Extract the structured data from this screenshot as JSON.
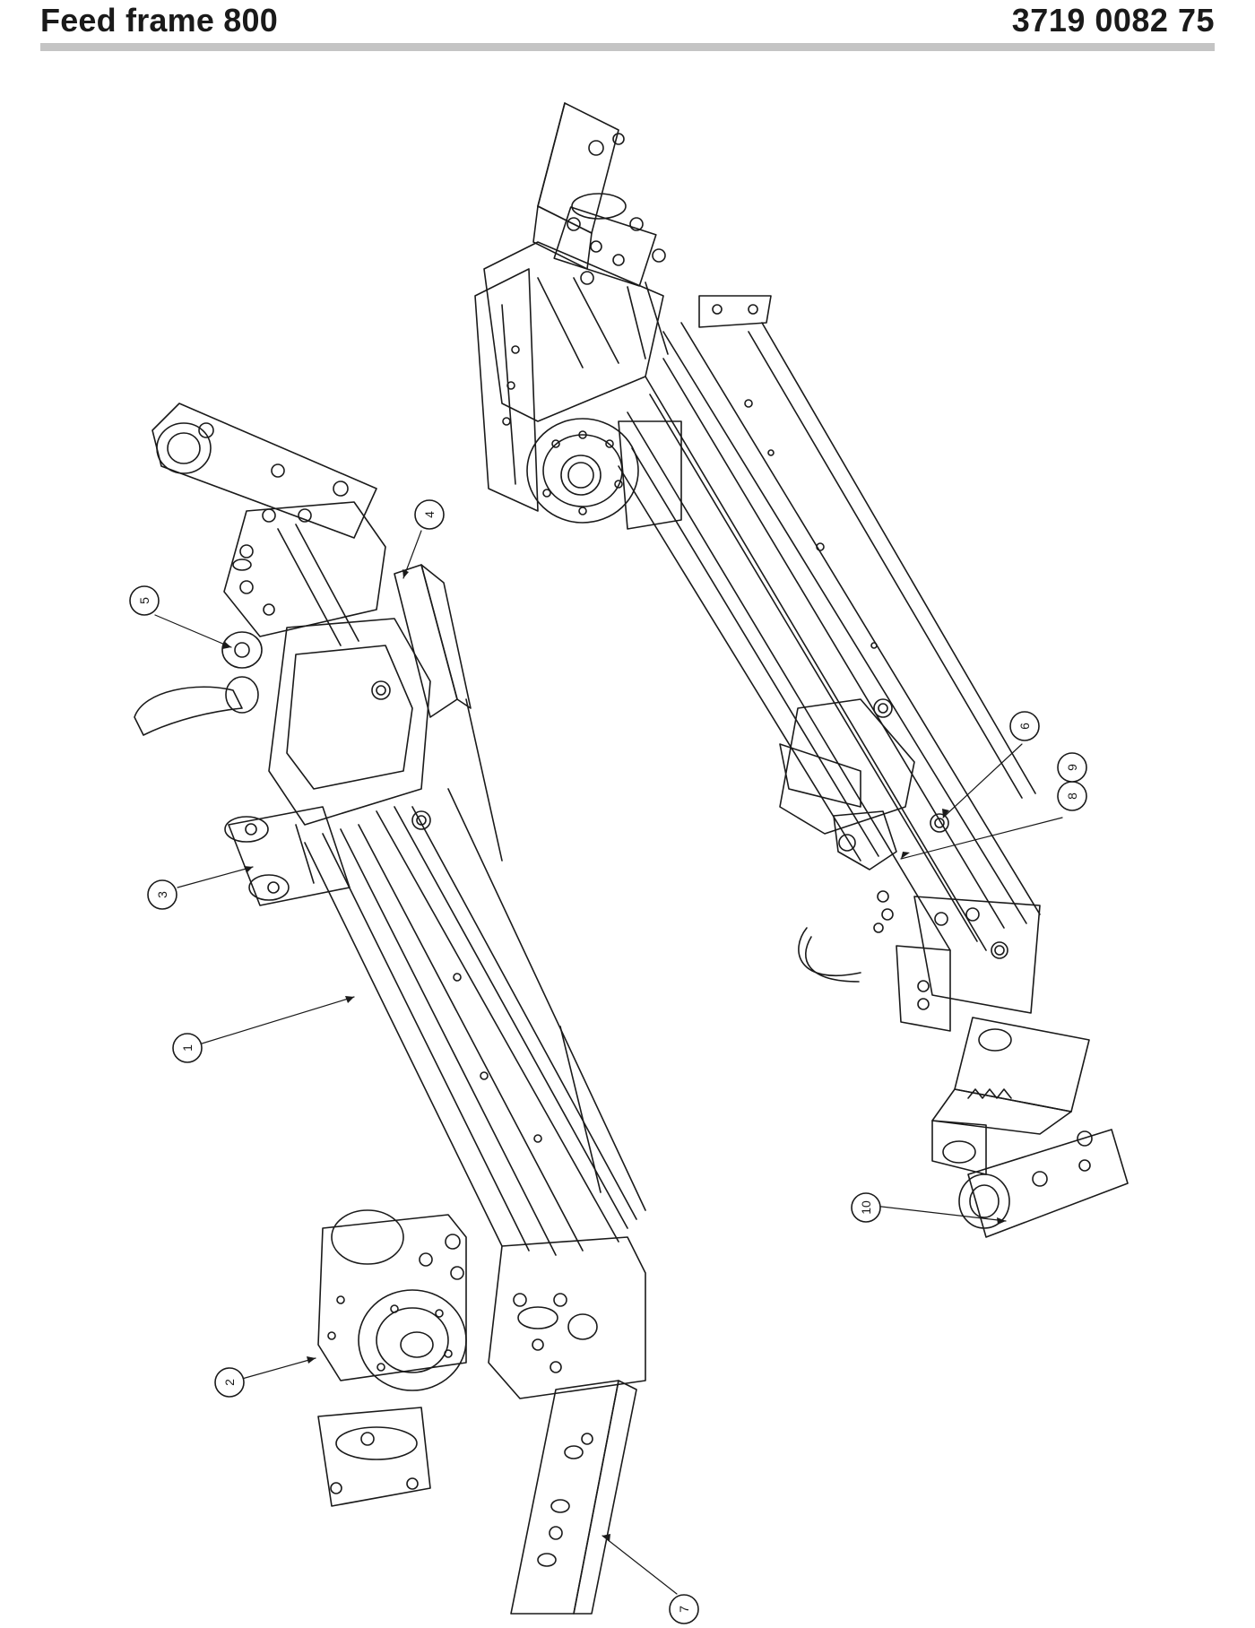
{
  "header": {
    "title": "Feed frame 800",
    "document_number": "3719 0082 75"
  },
  "callouts": [
    {
      "label": "1"
    },
    {
      "label": "2"
    },
    {
      "label": "3"
    },
    {
      "label": "4"
    },
    {
      "label": "5"
    },
    {
      "label": "6"
    },
    {
      "label": "7"
    },
    {
      "label": "8"
    },
    {
      "label": "9"
    },
    {
      "label": "10"
    }
  ],
  "colors": {
    "line": "#1a1a1a",
    "rule": "#c4c4c4",
    "background": "#ffffff"
  }
}
